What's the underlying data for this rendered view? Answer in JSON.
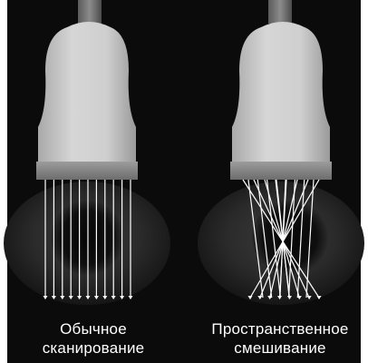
{
  "panels": [
    {
      "mode": "parallel",
      "caption": [
        "Обычное",
        "сканирование"
      ]
    },
    {
      "mode": "crossed",
      "caption": [
        "Пространственное",
        "смешивание"
      ]
    }
  ],
  "colors": {
    "background": "#0b0b0b",
    "probe": "#c9c9c9",
    "beam": "#ffffff",
    "caption": "#ffffff"
  }
}
